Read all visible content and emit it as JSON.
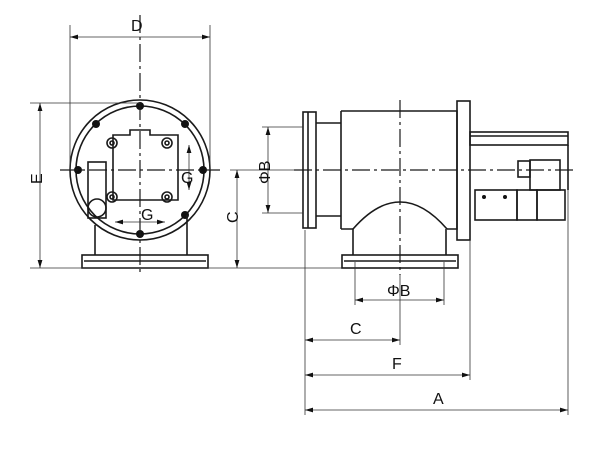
{
  "title": "Angle valve dimension drawing",
  "labels": {
    "D": "D",
    "E": "E",
    "C_front": "C",
    "G_vertical": "G",
    "G_horizontal": "G",
    "PhiB_side": "ΦB",
    "PhiB_bottom": "ΦB",
    "C_side": "C",
    "F": "F",
    "A": "A"
  },
  "colors": {
    "line": "#1a1a1a",
    "background": "#ffffff"
  }
}
